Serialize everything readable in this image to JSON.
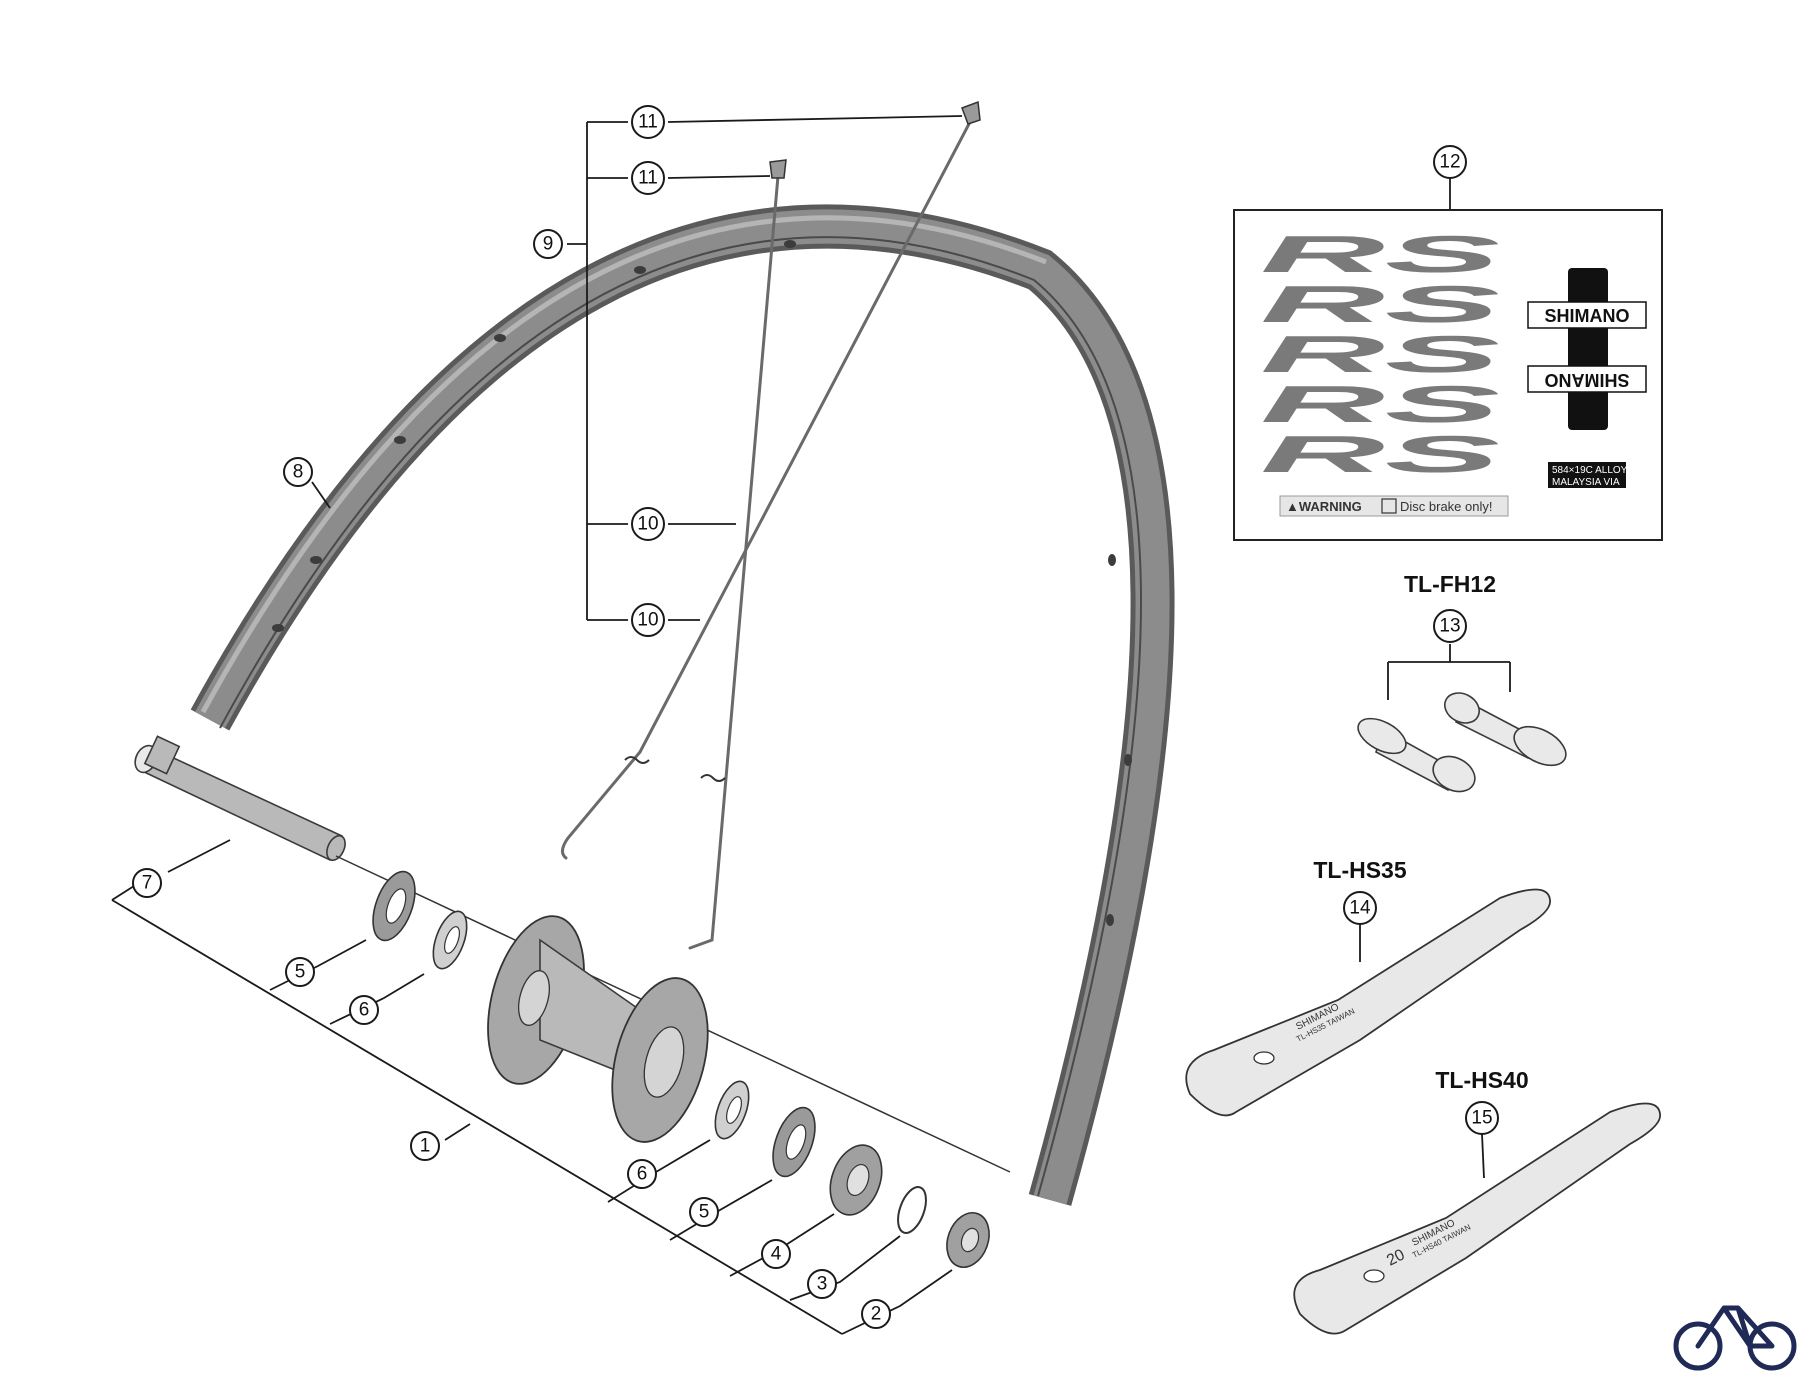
{
  "callouts": {
    "c1": "1",
    "c2": "2",
    "c3": "3",
    "c4": "4",
    "c5a": "5",
    "c5b": "5",
    "c6a": "6",
    "c6b": "6",
    "c7": "7",
    "c8": "8",
    "c9": "9",
    "c10a": "10",
    "c10b": "10",
    "c11a": "11",
    "c11b": "11",
    "c12": "12",
    "c13": "13",
    "c14": "14",
    "c15": "15"
  },
  "tools": {
    "fh12": "TL-FH12",
    "hs35": "TL-HS35",
    "hs40": "TL-HS40"
  },
  "decal": {
    "brand_logo": "RS",
    "shimano_logo": "SHIMANO",
    "rim_spec_line1": "584×19C ALLOY",
    "rim_spec_line2": "MALAYSIA VIA",
    "warning_label": "▲WARNING",
    "warning_text": "Disc brake only!"
  },
  "wrench": {
    "brand": "SHIMANO",
    "hs35_model": "TL-HS35 TAIWAN",
    "hs40_model": "TL-HS40 TAIWAN",
    "hs40_size": "20"
  },
  "colors": {
    "rim": "#8c8c8c",
    "rim_dark": "#5a5a5a",
    "part": "#b9b9b9",
    "line": "#1a1a1a",
    "bike_logo": "#1f2a56"
  },
  "icons": {
    "site_logo": "bicycle-icon"
  }
}
